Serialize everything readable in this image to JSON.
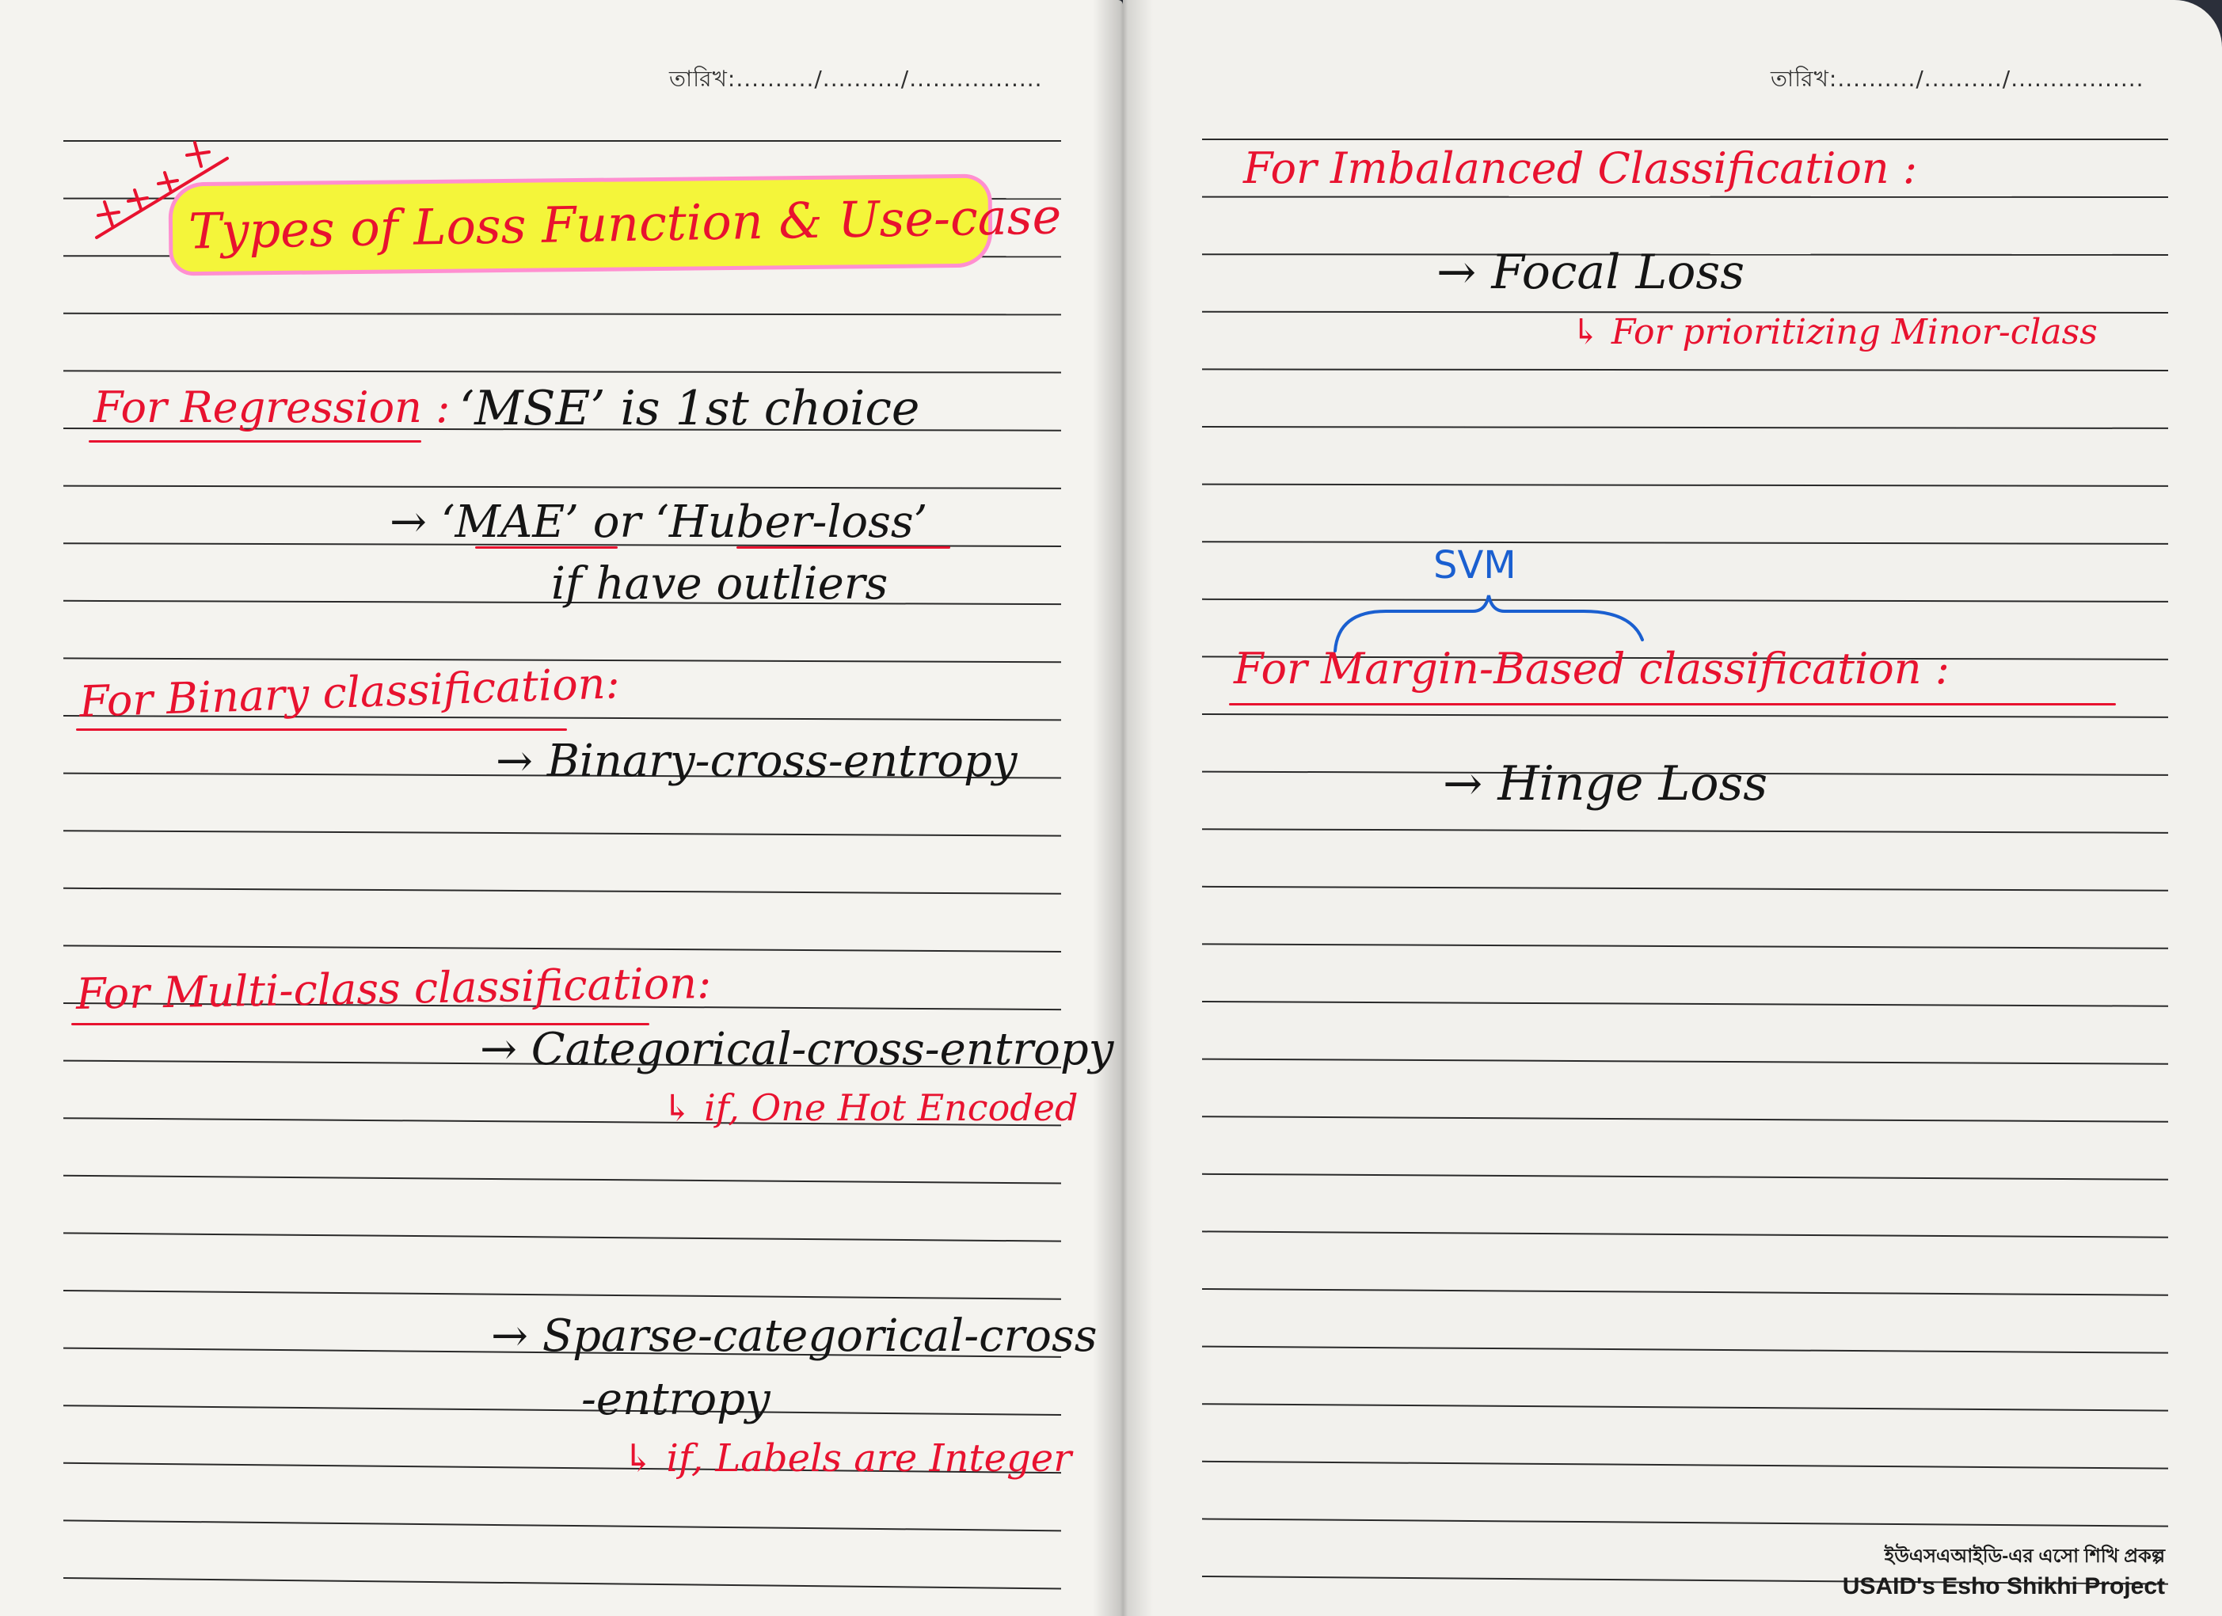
{
  "left_page": {
    "date_label": "তারিখ:........../........../.................",
    "stars": "* * * *",
    "title": "Types of Loss Function & Use-case",
    "regression": {
      "heading": "For Regression :",
      "line1": "‘MSE’ is 1st choice",
      "line2": "→ ‘MAE’ or ‘Huber-loss’",
      "line3": "if have outliers"
    },
    "binary": {
      "heading": "For Binary classification:",
      "line1": "→ Binary-cross-entropy"
    },
    "multiclass": {
      "heading": "For Multi-class classification:",
      "line1": "→ Categorical-cross-entropy",
      "note1": "↳ if, One Hot Encoded",
      "line2": "→ Sparse-categorical-cross",
      "line3": "-entropy",
      "note2": "↳ if, Labels are Integer"
    }
  },
  "right_page": {
    "date_label": "তারিখ:........../........../.................",
    "imbalanced": {
      "heading": "For Imbalanced Classification :",
      "line1": "→ Focal Loss",
      "note1": "↳ For prioritizing Minor-class"
    },
    "margin": {
      "brace_label": "SVM",
      "heading": "For Margin-Based classification :",
      "line1": "→ Hinge Loss"
    },
    "footer_bn": "ইউএসএআইডি-এর এসো শিখি প্রকল্প",
    "footer_en": "USAID's Esho Shikhi Project"
  },
  "colors": {
    "ink_red": "#e8122f",
    "ink_black": "#151515",
    "ink_blue": "#1a5fd0",
    "highlight_yellow": "#f4f53a",
    "highlight_pink": "#ff8fd0"
  }
}
